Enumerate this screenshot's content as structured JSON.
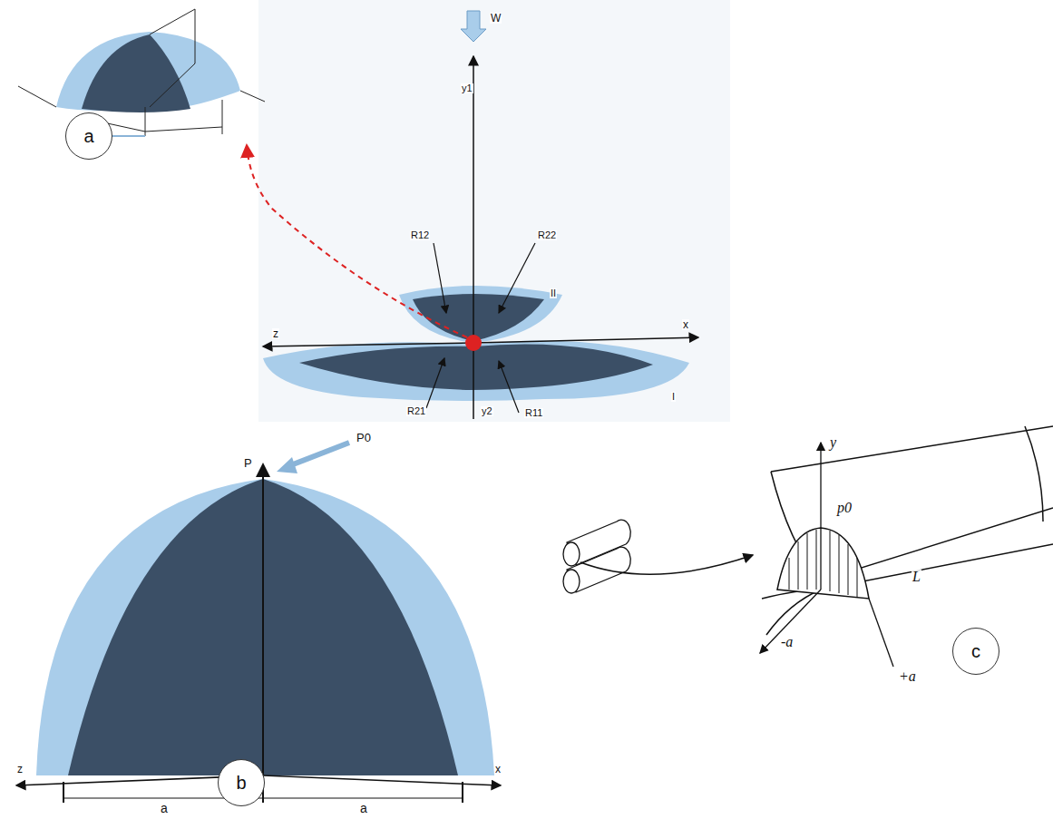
{
  "diagram": {
    "nodes": [
      {
        "text": [
          "a"
        ]
      },
      {
        "text": [
          "b"
        ]
      },
      {
        "text": [
          "c"
        ]
      }
    ],
    "labels": [
      "W",
      "y1",
      "R12",
      "R22",
      "II",
      "z",
      "x",
      "R21",
      "R11",
      "I",
      "y2",
      "P",
      "P0",
      "z",
      "x",
      "a",
      "a",
      "y",
      "p0",
      "-a",
      "L",
      "+a"
    ]
  }
}
